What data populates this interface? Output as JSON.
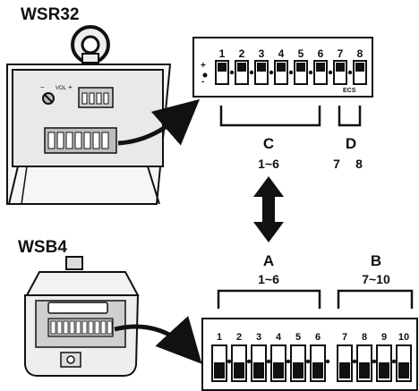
{
  "devices": {
    "top": {
      "name": "WSR32"
    },
    "bottom": {
      "name": "WSB4"
    }
  },
  "top_switch": {
    "numbers": [
      "1",
      "2",
      "3",
      "4",
      "5",
      "6",
      "7",
      "8"
    ],
    "side_marks": [
      "+",
      "-"
    ],
    "tag": "ECS"
  },
  "bottom_switch": {
    "numbers": [
      "1",
      "2",
      "3",
      "4",
      "5",
      "6",
      "7",
      "8",
      "9",
      "10"
    ]
  },
  "groups": {
    "c": {
      "letter": "C",
      "range": "1~6"
    },
    "d": {
      "letter": "D",
      "range_a": "7",
      "range_b": "8"
    },
    "a": {
      "letter": "A",
      "range": "1~6"
    },
    "b": {
      "letter": "B",
      "range": "7~10"
    }
  },
  "colors": {
    "ink": "#111111",
    "body": "#f2f2f2",
    "panel": "#d9d9d9"
  }
}
